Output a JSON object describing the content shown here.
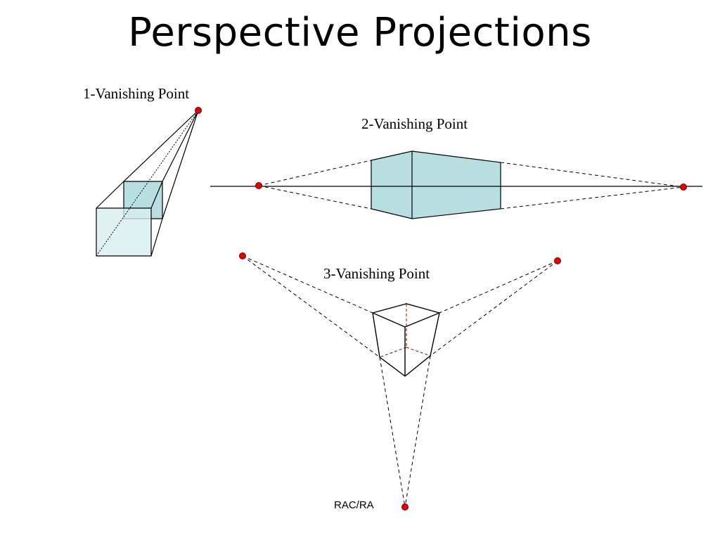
{
  "slide": {
    "title": "Perspective Projections",
    "credit": "RAC/RA"
  },
  "diagrams": {
    "one_point": {
      "label": "1-Vanishing Point"
    },
    "two_point": {
      "label": "2-Vanishing Point"
    },
    "three_point": {
      "label": "3-Vanishing Point"
    }
  },
  "colors": {
    "face_light": "#d8eef0",
    "face_mid": "#b7dfe2",
    "vanishing_point": "#e00000",
    "hidden_edge": "#8b0000"
  }
}
